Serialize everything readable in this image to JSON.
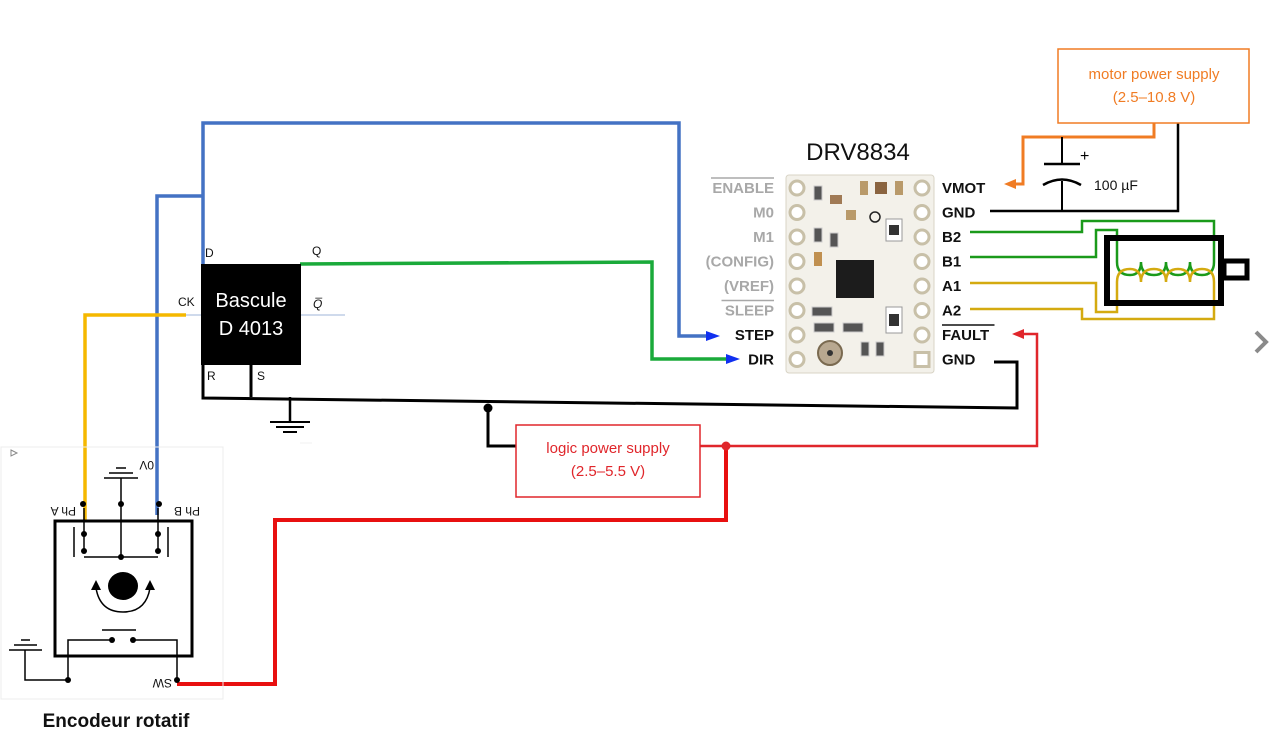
{
  "driver": {
    "title": "DRV8834",
    "left_pins": [
      {
        "label": "ENABLE",
        "overline": true,
        "active": false
      },
      {
        "label": "M0",
        "overline": false,
        "active": false
      },
      {
        "label": "M1",
        "overline": false,
        "active": false
      },
      {
        "label": "(CONFIG)",
        "overline": false,
        "active": false
      },
      {
        "label": "(VREF)",
        "overline": false,
        "active": false
      },
      {
        "label": "SLEEP",
        "overline": true,
        "active": false
      },
      {
        "label": "STEP",
        "overline": false,
        "active": true
      },
      {
        "label": "DIR",
        "overline": false,
        "active": true
      }
    ],
    "right_pins": [
      {
        "label": "VMOT",
        "overline": false
      },
      {
        "label": "GND",
        "overline": false
      },
      {
        "label": "B2",
        "overline": false
      },
      {
        "label": "B1",
        "overline": false
      },
      {
        "label": "A1",
        "overline": false
      },
      {
        "label": "A2",
        "overline": false
      },
      {
        "label": "FAULT",
        "overline": true
      },
      {
        "label": "GND",
        "overline": false
      }
    ]
  },
  "motor_supply": {
    "line1": "motor power supply",
    "line2": "(2.5–10.8 V)",
    "color": "#f07c24"
  },
  "logic_supply": {
    "line1": "logic power supply",
    "line2": "(2.5–5.5 V)",
    "color": "#e0262b"
  },
  "capacitor": {
    "label": "100 µF",
    "polarity": "+"
  },
  "flipflop": {
    "line1": "Bascule",
    "line2": "D 4013",
    "pins": {
      "d": "D",
      "q": "Q",
      "ck": "CK",
      "qbar": "Q̅",
      "r": "R",
      "s": "S"
    }
  },
  "encoder": {
    "caption": "Encodeur rotatif",
    "pins": {
      "pha": "Ph A",
      "phb": "Ph B",
      "zero": "0V",
      "sw": "SW"
    }
  },
  "colors": {
    "blue_wire": "#4472c4",
    "green_wire": "#1aaa3a",
    "yellow_wire": "#f5b800",
    "red_wire": "#e81010",
    "black_wire": "#000000",
    "arrow_blue": "#1030f0",
    "coil_green": "#1a9a1a",
    "coil_yellow": "#d4aa10"
  },
  "nav": {
    "next_icon": "chevron-right"
  }
}
